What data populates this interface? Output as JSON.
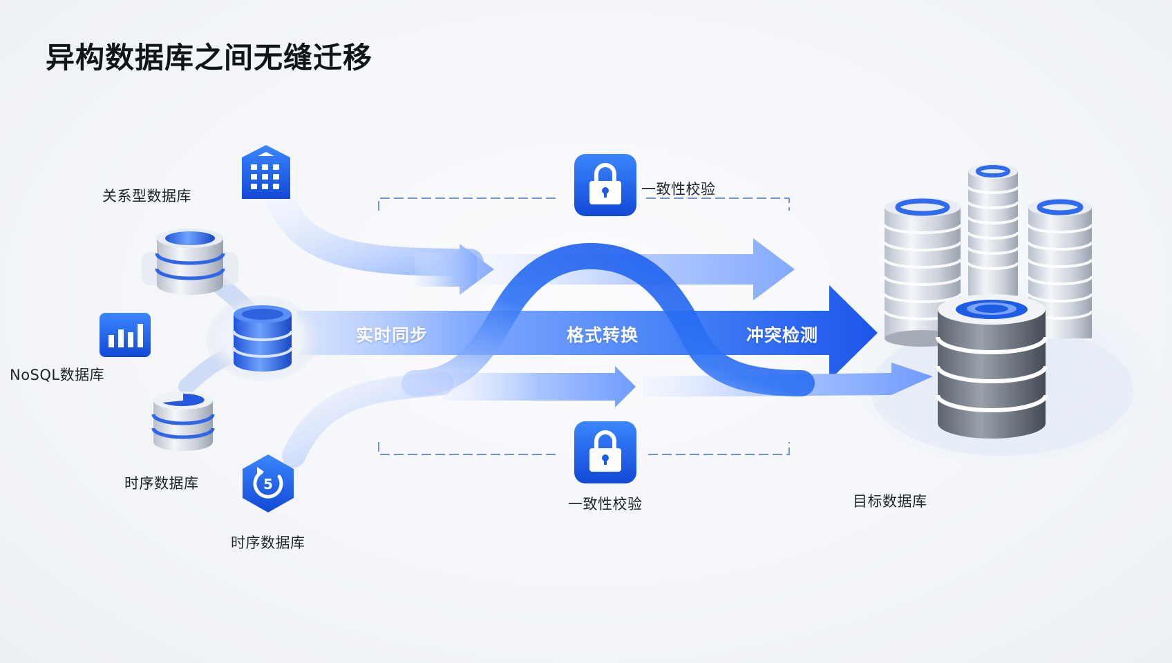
{
  "title": "异构数据库之间无缝迁移",
  "sources": {
    "relational": "关系型数据库",
    "nosql": "NoSQL数据库",
    "timeseries_a": "时序数据库",
    "timeseries_b": "时序数据库"
  },
  "flow": {
    "realtime_sync": "实时同步",
    "format_conversion": "格式转换",
    "conflict_detection": "冲突检测"
  },
  "checks": {
    "top": "一致性校验",
    "bottom": "一致性校验"
  },
  "target": "目标数据库",
  "icons": {
    "relational": "building-grid-icon",
    "nosql": "bar-chart-icon",
    "timeseries": "refresh-icon",
    "lock": "lock-icon",
    "database": "database-icon"
  },
  "colors": {
    "accent": "#1f66f0",
    "accent_light": "#8fb4ff",
    "text": "#1f2329"
  }
}
